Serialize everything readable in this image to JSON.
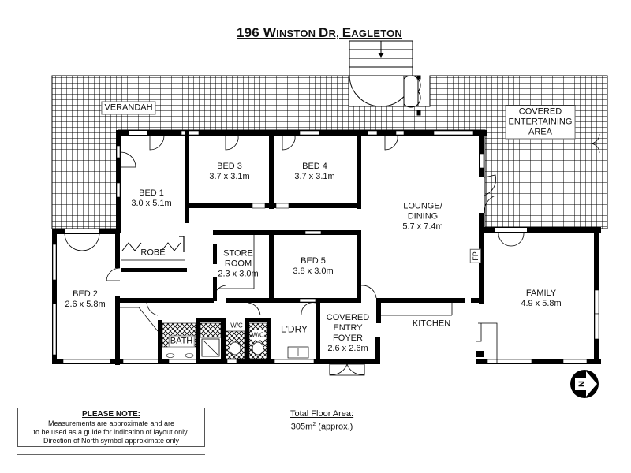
{
  "header": {
    "title_num": "196 ",
    "title_w1_cap": "W",
    "title_w1_rest": "INSTON ",
    "title_w2_cap": "D",
    "title_w2_rest": "R, ",
    "title_w3_cap": "E",
    "title_w3_rest": "AGLETON",
    "title_full": "196 Winston Dr, Eagleton"
  },
  "rooms": {
    "verandah": {
      "name": "VERANDAH"
    },
    "covered_entertaining": {
      "line1": "COVERED",
      "line2": "ENTERTAINING",
      "line3": "AREA"
    },
    "bed1": {
      "name": "BED 1",
      "size": "3.0 x 5.1m"
    },
    "bed2": {
      "name": "BED 2",
      "size": "2.6 x 5.8m"
    },
    "bed3": {
      "name": "BED 3",
      "size": "3.7 x 3.1m"
    },
    "bed4": {
      "name": "BED 4",
      "size": "3.7 x 3.1m"
    },
    "bed5": {
      "name": "BED 5",
      "size": "3.8 x 3.0m"
    },
    "robe": {
      "name": "ROBE"
    },
    "store": {
      "line1": "STORE",
      "line2": "ROOM",
      "size": "2.3 x 3.0m"
    },
    "lounge": {
      "line1": "LOUNGE/",
      "line2": "DINING",
      "size": "5.7 x 7.4m"
    },
    "family": {
      "name": "FAMILY",
      "size": "4.9 x 5.8m"
    },
    "kitchen": {
      "name": "KITCHEN"
    },
    "laundry": {
      "name": "L'DRY"
    },
    "bath": {
      "name": "BATH"
    },
    "wc1": {
      "name": "W/C"
    },
    "wc2": {
      "name": "W/C"
    },
    "foyer": {
      "line1": "COVERED",
      "line2": "ENTRY",
      "line3": "FOYER",
      "size": "2.6 x 2.6m"
    },
    "fireplace": {
      "name": "FP"
    }
  },
  "note": {
    "heading": "PLEASE NOTE:",
    "line1": "Measurements are approximate and are",
    "line2": "to be used as a guide for indication of layout only.",
    "line3": "Direction of North symbol approximate only"
  },
  "total_area": {
    "label": "Total Floor Area:",
    "value": "305m",
    "sup": "2",
    "suffix": " (approx.)"
  },
  "compass": {
    "letter": "N"
  },
  "colors": {
    "wall": "#000000",
    "grid": "#000000",
    "background": "#ffffff"
  }
}
